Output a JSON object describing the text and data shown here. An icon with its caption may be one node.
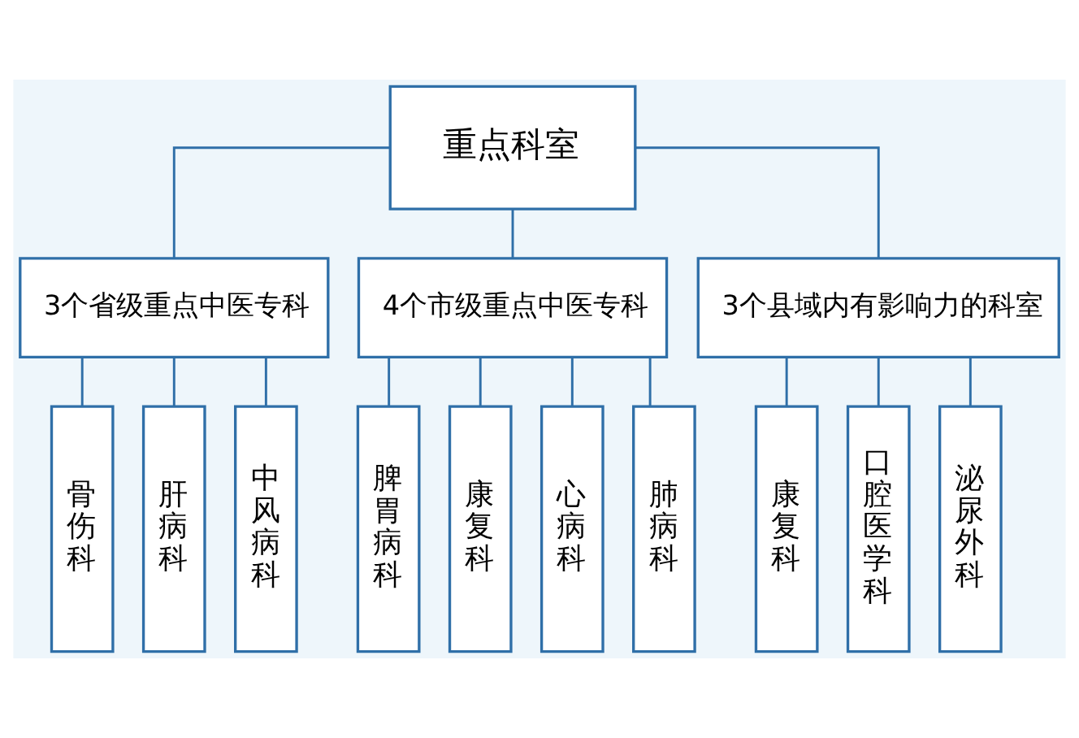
{
  "diagram": {
    "nodes": [
      {
        "text": [
          "重点科室"
        ]
      },
      {
        "text": [
          "3个省级重点中医专科"
        ]
      },
      {
        "text": [
          "4个市级重点中医专科"
        ]
      },
      {
        "text": [
          "3个县域内有影响力的科室"
        ]
      },
      {
        "text": [
          "骨伤科"
        ]
      },
      {
        "text": [
          "肝病科"
        ]
      },
      {
        "text": [
          "中风病科"
        ]
      },
      {
        "text": [
          "脾胃病科"
        ]
      },
      {
        "text": [
          "康复科"
        ]
      },
      {
        "text": [
          "心病科"
        ]
      },
      {
        "text": [
          "肺病科"
        ]
      },
      {
        "text": [
          "康复科"
        ]
      },
      {
        "text": [
          "口腔医学科"
        ]
      },
      {
        "text": [
          "泌尿外科"
        ]
      }
    ],
    "edges": [
      {
        "from": 0,
        "to": 1,
        "arrow": "none"
      },
      {
        "from": 0,
        "to": 2,
        "arrow": "none"
      },
      {
        "from": 0,
        "to": 3,
        "arrow": "none"
      },
      {
        "from": 1,
        "to": 4,
        "arrow": "none"
      },
      {
        "from": 1,
        "to": 5,
        "arrow": "none"
      },
      {
        "from": 1,
        "to": 6,
        "arrow": "none"
      },
      {
        "from": 2,
        "to": 7,
        "arrow": "none"
      },
      {
        "from": 2,
        "to": 8,
        "arrow": "none"
      },
      {
        "from": 2,
        "to": 9,
        "arrow": "none"
      },
      {
        "from": 2,
        "to": 10,
        "arrow": "none"
      },
      {
        "from": 3,
        "to": 11,
        "arrow": "none"
      },
      {
        "from": 3,
        "to": 12,
        "arrow": "none"
      },
      {
        "from": 3,
        "to": 13,
        "arrow": "none"
      }
    ]
  }
}
